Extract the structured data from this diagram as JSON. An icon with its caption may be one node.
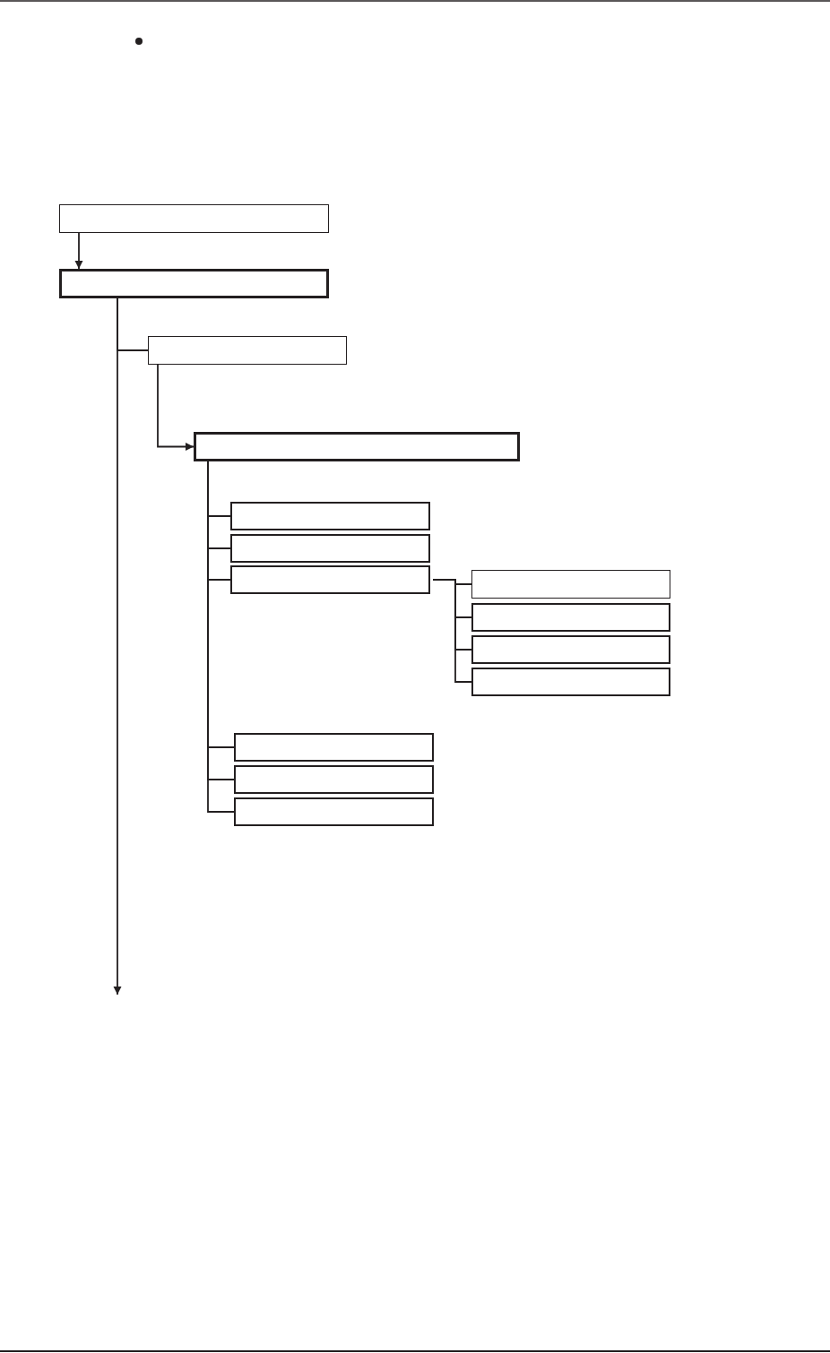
{
  "diagram": {
    "nodes": [
      {
        "text": [],
        "shape": "box"
      },
      {
        "text": [],
        "shape": "box"
      },
      {
        "text": [],
        "shape": "box"
      },
      {
        "text": [],
        "shape": "box"
      },
      {
        "text": [],
        "shape": "box"
      },
      {
        "text": [],
        "shape": "box"
      },
      {
        "text": [],
        "shape": "box"
      },
      {
        "text": [],
        "shape": "box"
      },
      {
        "text": [],
        "shape": "box"
      },
      {
        "text": [],
        "shape": "box"
      },
      {
        "text": [],
        "shape": "box"
      },
      {
        "text": [],
        "shape": "box"
      },
      {
        "text": [],
        "shape": "box"
      },
      {
        "text": [],
        "shape": "box"
      }
    ],
    "edges": [
      {
        "from": 0,
        "to": 1,
        "arrow": "to"
      },
      {
        "from": 1,
        "to": null,
        "arrow": "to"
      },
      {
        "from": 1,
        "to": 2,
        "arrow": "none"
      },
      {
        "from": 2,
        "to": 3,
        "arrow": "to"
      },
      {
        "from": 3,
        "to": 4,
        "arrow": "none"
      },
      {
        "from": 3,
        "to": 5,
        "arrow": "none"
      },
      {
        "from": 3,
        "to": 6,
        "arrow": "none"
      },
      {
        "from": 3,
        "to": 11,
        "arrow": "none"
      },
      {
        "from": 3,
        "to": 12,
        "arrow": "none"
      },
      {
        "from": 3,
        "to": 13,
        "arrow": "none"
      },
      {
        "from": 6,
        "to": 7,
        "arrow": "none"
      },
      {
        "from": 6,
        "to": 8,
        "arrow": "none"
      },
      {
        "from": 6,
        "to": 9,
        "arrow": "none"
      },
      {
        "from": 6,
        "to": 10,
        "arrow": "none"
      }
    ]
  }
}
